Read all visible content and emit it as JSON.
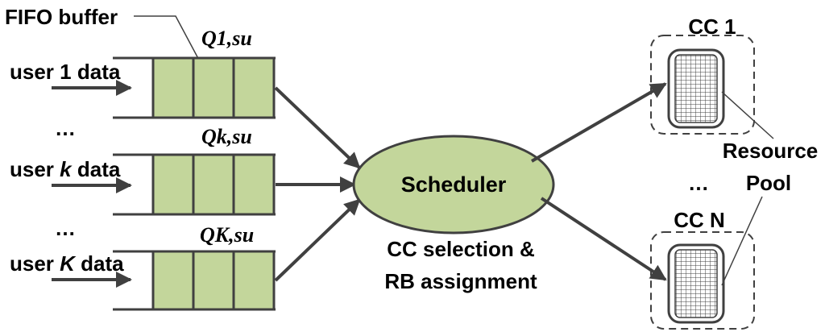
{
  "fifo_label": "FIFO buffer",
  "users": [
    {
      "prefix": "user ",
      "var": "1",
      "suffix": " data",
      "var_italic": false,
      "queue": {
        "q": "Q",
        "sub": "1",
        "su": ",su"
      }
    },
    {
      "prefix": "user ",
      "var": "k",
      "suffix": " data",
      "var_italic": true,
      "queue": {
        "q": "Q",
        "sub": "k",
        "su": ",su"
      }
    },
    {
      "prefix": "user ",
      "var": "K",
      "suffix": " data",
      "var_italic": true,
      "queue": {
        "q": "Q",
        "sub": "K",
        "su": ",su"
      }
    }
  ],
  "ellipsis": "…",
  "scheduler": {
    "label": "Scheduler",
    "caption_line1": "CC selection &",
    "caption_line2": "RB assignment"
  },
  "ccs": [
    {
      "label": "CC 1"
    },
    {
      "label": "CC N"
    }
  ],
  "pool": {
    "line1": "Resource",
    "line2": "Pool"
  },
  "colors": {
    "buffer_fill": "#c3d69b",
    "ellipse_fill": "#c3d69b",
    "stroke": "#404040",
    "pool_fill": "#ffffff"
  }
}
